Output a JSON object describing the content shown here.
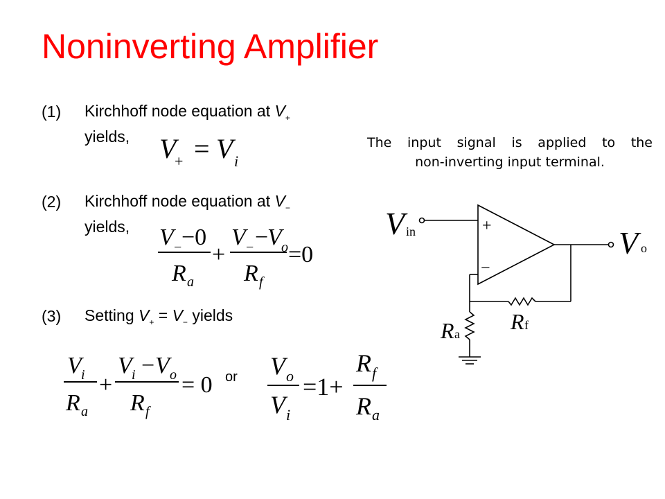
{
  "slide": {
    "title": "Noninverting Amplifier",
    "steps": [
      {
        "num": "(1)",
        "line1_prefix": "Kirchhoff node equation at ",
        "line1_var": "V",
        "line1_sub": "+",
        "line2": "yields,"
      },
      {
        "num": "(2)",
        "line1_prefix": "Kirchhoff node equation at ",
        "line1_var": "V",
        "line1_sub": "−",
        "line2": "yields,"
      },
      {
        "num": "(3)",
        "text_a": "Setting ",
        "var1": "V",
        "sub1": "+",
        "text_b": " = ",
        "var2": "V",
        "sub2": "−",
        "text_c": " yields"
      }
    ],
    "note_line1": "The input signal is applied to the",
    "note_line2": "non-inverting input terminal.",
    "or_label": "or"
  },
  "equations": {
    "eq1": {
      "lhs": "V",
      "lhs_sub": "+",
      "eq": "=",
      "rhs": "V",
      "rhs_sub": "i"
    },
    "eq2": {
      "num1": "V",
      "num1_sub": "−",
      "num1_rest": "−0",
      "den1": "R",
      "den1_sub": "a",
      "plus": "+",
      "num2": "V",
      "num2_sub": "−",
      "num2_minus": "−",
      "num2_b": "V",
      "num2_b_sub": "o",
      "den2": "R",
      "den2_sub": "f",
      "rhs": "=0"
    },
    "eq3": {
      "num1": "V",
      "num1_sub": "i",
      "den1": "R",
      "den1_sub": "a",
      "plus": "+",
      "num2a": "V",
      "num2a_sub": "i",
      "minus": "−",
      "num2b": "V",
      "num2b_sub": "o",
      "den2": "R",
      "den2_sub": "f",
      "rhs": "= 0"
    },
    "eq4": {
      "num": "V",
      "num_sub": "o",
      "den": "V",
      "den_sub": "i",
      "mid": "=1+",
      "num2": "R",
      "num2_sub": "f",
      "den2": "R",
      "den2_sub": "a"
    }
  },
  "circuit": {
    "vin_label": "V",
    "vin_sub": "in",
    "vo_label": "V",
    "vo_sub": "o",
    "plus_sign": "+",
    "minus_sign": "−",
    "ra_label": "R",
    "ra_sub": "a",
    "rf_label": "R",
    "rf_sub": "f"
  }
}
